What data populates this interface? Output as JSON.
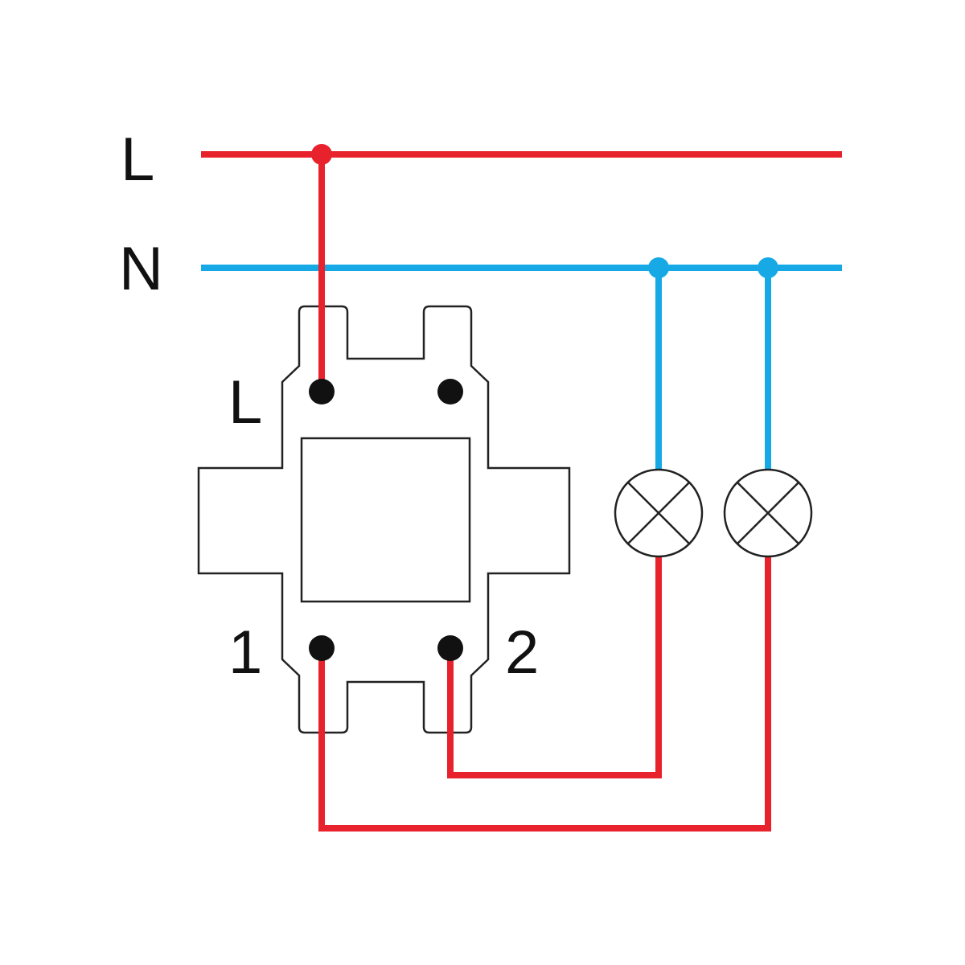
{
  "colors": {
    "live": "#e8222d",
    "neutral": "#16a9e6",
    "outline": "#222222",
    "terminal": "#111111",
    "background": "#ffffff"
  },
  "bus_labels": {
    "live": "L",
    "neutral": "N"
  },
  "switch": {
    "terminal_labels": {
      "live": "L",
      "out1": "1",
      "out2": "2"
    },
    "terminals": [
      "L",
      "unused",
      "1",
      "2"
    ]
  },
  "lamps": [
    {
      "symbol": "lamp-icon"
    },
    {
      "symbol": "lamp-icon"
    }
  ]
}
